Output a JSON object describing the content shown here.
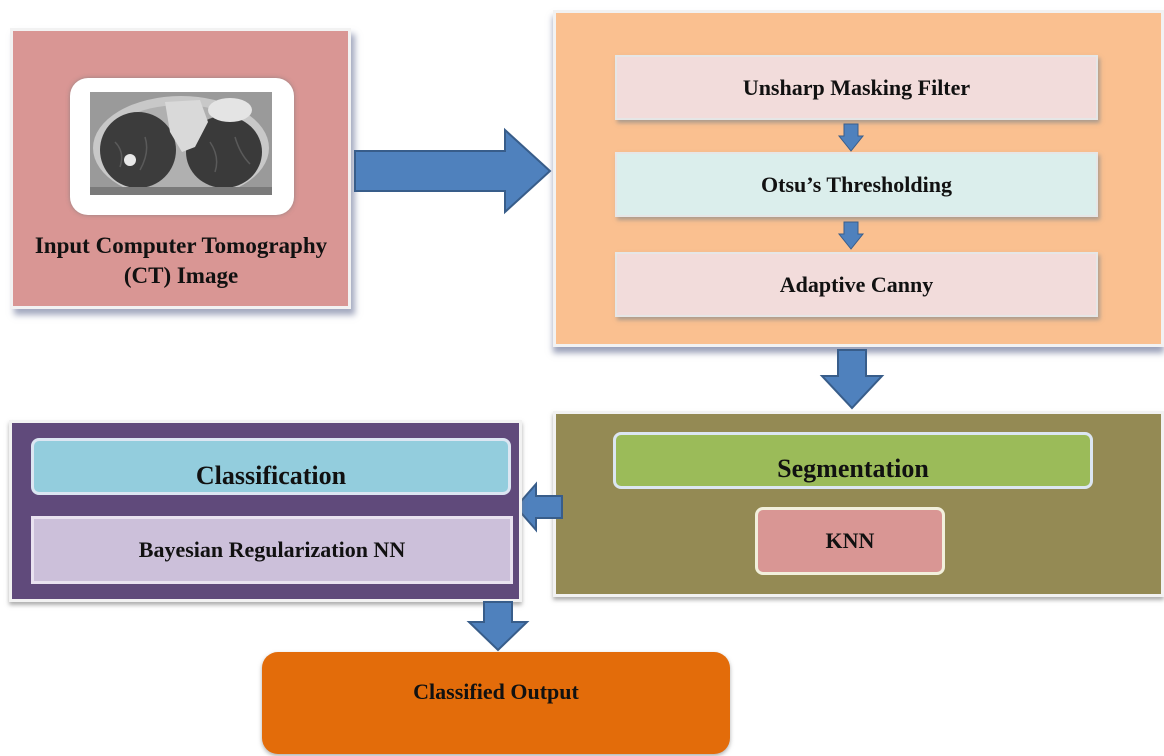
{
  "input": {
    "label": "Input Computer Tomography (CT) Image"
  },
  "preprocessing": {
    "steps": [
      {
        "label": "Unsharp Masking Filter"
      },
      {
        "label": "Otsu’s Thresholding"
      },
      {
        "label": "Adaptive Canny"
      }
    ]
  },
  "segmentation": {
    "header": "Segmentation",
    "method": "KNN"
  },
  "classification": {
    "header": "Classification",
    "method": "Bayesian Regularization NN"
  },
  "output": {
    "label": "Classified Output"
  },
  "colors": {
    "input_panel": "#d99694",
    "preprocessing_panel": "#fac090",
    "segmentation_panel": "#948a54",
    "classification_panel": "#604a7b",
    "output_box": "#e36c0a",
    "arrow": "#4f81bd"
  }
}
